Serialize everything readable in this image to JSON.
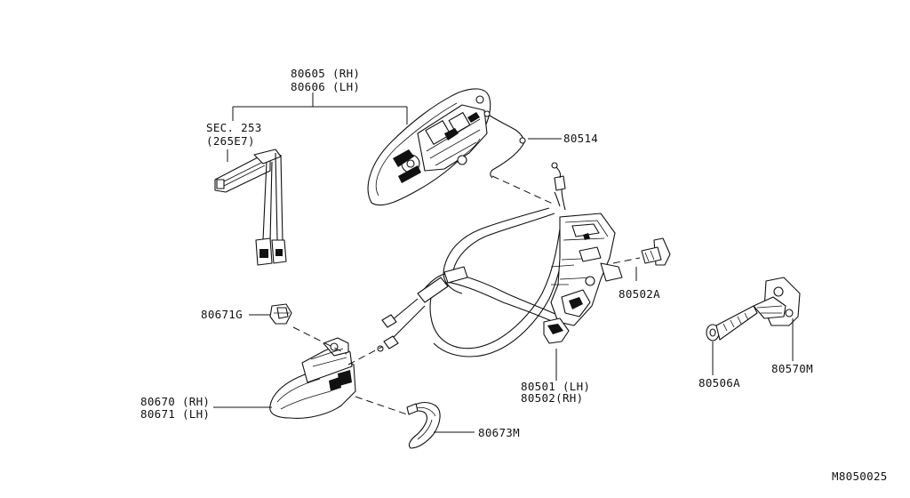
{
  "labels": {
    "l80605": "80605 (RH)",
    "l80606": "80606 (LH)",
    "sec": "SEC. 253",
    "sec_sub": "(265E7)",
    "l80514": "80514",
    "l80502A": "80502A",
    "l80671G": "80671G",
    "l80501": "80501 (LH)",
    "l80502": "80502(RH)",
    "l80506A": "80506A",
    "l80570M": "80570M",
    "l80670": "80670 (RH)",
    "l80671": "80671 (LH)",
    "l80673M": "80673M",
    "diagram_id": "M8050025"
  },
  "colors": {
    "ink": "#111111",
    "paper": "#ffffff"
  }
}
